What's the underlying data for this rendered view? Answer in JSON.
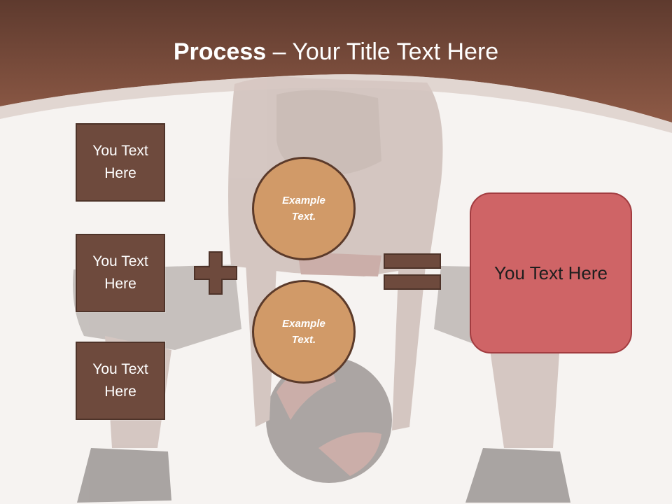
{
  "slide": {
    "title_bold": "Process",
    "title_rest": " – Your Title Text Here",
    "inputs": [
      "You Text Here",
      "You Text Here",
      "You Text Here"
    ],
    "circles": [
      "Example Text.",
      "Example Text."
    ],
    "result": "You Text Here"
  },
  "colors": {
    "header": "#7a4434",
    "box_fill": "#6e4a3d",
    "circle_fill": "#d19a68",
    "result_fill": "#cf6466",
    "operator": "#6e4a3d"
  },
  "icons": [
    "plus-icon",
    "equals-icon"
  ]
}
